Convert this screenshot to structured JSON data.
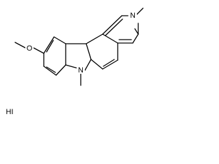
{
  "molecule": {
    "atom_labels": {
      "methoxy_oxygen": "O",
      "indoline_nitrogen": "N",
      "pyridine_nitrogen": "N"
    },
    "salt_label": "HI"
  }
}
